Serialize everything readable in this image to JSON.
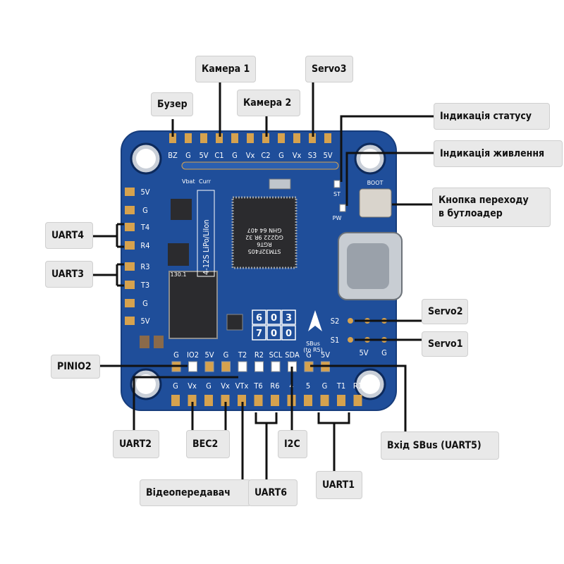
{
  "callouts": {
    "buzzer": "Бузер",
    "camera1": "Камера 1",
    "camera2": "Камера 2",
    "servo3": "Servo3",
    "status_led": "Індикація статусу",
    "power_led": "Індикація живлення",
    "boot_button_line1": "Кнопка переходу",
    "boot_button_line2": "в бутлоадер",
    "uart4": "UART4",
    "uart3": "UART3",
    "servo2": "Servo2",
    "servo1": "Servo1",
    "pinio2": "PINIO2",
    "uart2": "UART2",
    "bec2": "BEC2",
    "i2c": "I2C",
    "sbus_input": "Вхід SBus (UART5)",
    "vtx": "Відеопередавач",
    "uart6": "UART6",
    "uart1": "UART1"
  },
  "silkscreen": {
    "top_pads": [
      "BZ",
      "G",
      "5V",
      "C1",
      "G",
      "Vx",
      "C2",
      "G",
      "Vx",
      "S3",
      "5V"
    ],
    "left_pads": [
      "5V",
      "G",
      "T4",
      "R4",
      "R3",
      "T3",
      "G",
      "5V"
    ],
    "bottom_row_upper": [
      "G",
      "IO2",
      "5V",
      "G",
      "T2",
      "R2",
      "SCL",
      "SDA",
      "G",
      "5V"
    ],
    "bottom_row_lower": [
      "G",
      "Vx",
      "G",
      "Vx",
      "VTx",
      "T6",
      "R6",
      "4",
      "5",
      "G",
      "T1",
      "R1"
    ],
    "right_pads": [
      "S2",
      "S1"
    ],
    "board_label": "4-12S LiPo/LiIon",
    "boot_label": "BOOT",
    "st_label": "ST",
    "pw_label": "PW",
    "sbus_label": "SBus",
    "sbus_sub": "(to R5)",
    "vbat_label": "Vbat",
    "curr_label": "Curr",
    "chip_label": "STM32F405",
    "chip_sub": "RGT6",
    "chip_code1": "GQ222 9R 32",
    "chip_code2": "GHN 64 407",
    "regulator_label": "130.1",
    "id_digits": [
      "6",
      "0",
      "3",
      "7",
      "0",
      "0"
    ],
    "sbus_5v": "5V",
    "sbus_g": "G"
  },
  "colors": {
    "pcb": "#1f4e9a",
    "pad": "#d6a24e",
    "led": "#ffffff",
    "callout_bg": "#e9e9e9"
  }
}
